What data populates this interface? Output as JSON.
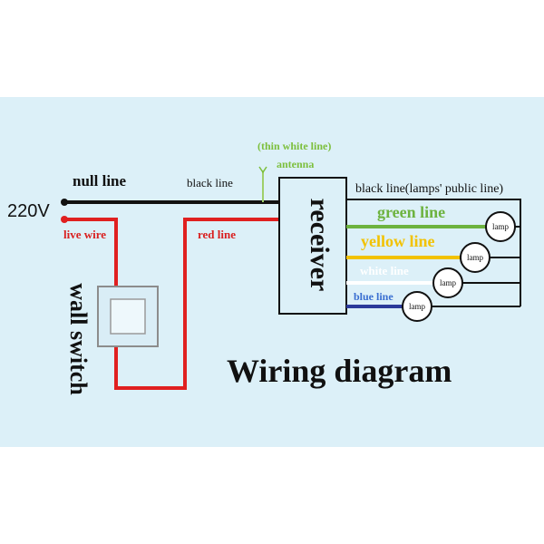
{
  "labels": {
    "null_line": "null line",
    "black_line": "black line",
    "thin_white_line": "(thin white line)",
    "antenna": "antenna",
    "public_line": "black line(lamps' public line)",
    "green_line": "green line",
    "yellow_line": "yellow line",
    "white_line": "white line",
    "blue_line": "blue line",
    "voltage": "220V",
    "live_wire": "live wire",
    "red_line": "red line",
    "receiver": "receiver",
    "wall_switch": "wall switch",
    "title": "Wiring diagram"
  },
  "lamps": [
    {
      "label": "lamp"
    },
    {
      "label": "lamp"
    },
    {
      "label": "lamp"
    },
    {
      "label": "lamp"
    }
  ],
  "colors": {
    "background": "#dcf0f8",
    "black_wire": "#111111",
    "red_wire": "#e02020",
    "green_wire": "#6db33f",
    "yellow_wire": "#f2c200",
    "white_wire": "#ffffff",
    "blue_wire": "#2b3a9a",
    "antenna": "#7cbf3c"
  }
}
